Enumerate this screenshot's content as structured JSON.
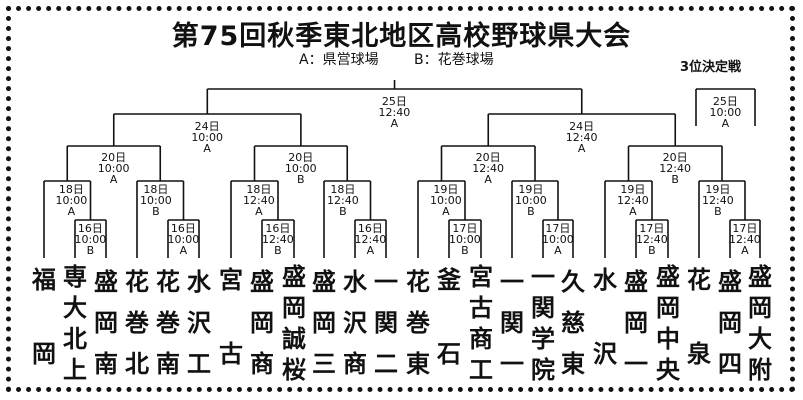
{
  "title": "第75回秋季東北地区高校野球県大会",
  "legend": {
    "a": "A：県営球場",
    "b": "B：花巻球場"
  },
  "third_place": {
    "title": "3位決定戦",
    "date": "25日",
    "time": "10:00",
    "venue": "A"
  },
  "teams": [
    "福岡",
    "専大北上",
    "盛岡南",
    "花巻北",
    "花巻南",
    "水沢工",
    "宮古",
    "盛岡商",
    "盛岡誠桜",
    "盛岡三",
    "水沢商",
    "一関二",
    "花巻東",
    "釜石",
    "宮古商工",
    "一関一",
    "一関学院",
    "久慈東",
    "水沢",
    "盛岡一",
    "盛岡中央",
    "花泉",
    "盛岡四",
    "盛岡大附"
  ],
  "matches": {
    "final": {
      "date": "25日",
      "time": "12:40",
      "venue": "A"
    },
    "sf_left": {
      "date": "24日",
      "time": "10:00",
      "venue": "A"
    },
    "sf_right": {
      "date": "24日",
      "time": "12:40",
      "venue": "A"
    },
    "qf1": {
      "date": "20日",
      "time": "10:00",
      "venue": "A"
    },
    "qf2": {
      "date": "20日",
      "time": "10:00",
      "venue": "B"
    },
    "qf3": {
      "date": "20日",
      "time": "12:40",
      "venue": "A"
    },
    "qf4": {
      "date": "20日",
      "time": "12:40",
      "venue": "B"
    },
    "r2_1": {
      "date": "18日",
      "time": "10:00",
      "venue": "A"
    },
    "r2_2": {
      "date": "18日",
      "time": "10:00",
      "venue": "B"
    },
    "r2_3": {
      "date": "18日",
      "time": "12:40",
      "venue": "A"
    },
    "r2_4": {
      "date": "18日",
      "time": "12:40",
      "venue": "B"
    },
    "r2_5": {
      "date": "19日",
      "time": "10:00",
      "venue": "A"
    },
    "r2_6": {
      "date": "19日",
      "time": "10:00",
      "venue": "B"
    },
    "r2_7": {
      "date": "19日",
      "time": "12:40",
      "venue": "A"
    },
    "r2_8": {
      "date": "19日",
      "time": "12:40",
      "venue": "B"
    },
    "r1_1": {
      "date": "16日",
      "time": "10:00",
      "venue": "B"
    },
    "r1_2": {
      "date": "16日",
      "time": "10:00",
      "venue": "A"
    },
    "r1_3": {
      "date": "16日",
      "time": "12:40",
      "venue": "B"
    },
    "r1_4": {
      "date": "16日",
      "time": "12:40",
      "venue": "A"
    },
    "r1_5": {
      "date": "17日",
      "time": "10:00",
      "venue": "B"
    },
    "r1_6": {
      "date": "17日",
      "time": "10:00",
      "venue": "A"
    },
    "r1_7": {
      "date": "17日",
      "time": "12:40",
      "venue": "B"
    },
    "r1_8": {
      "date": "17日",
      "time": "12:40",
      "venue": "A"
    }
  }
}
